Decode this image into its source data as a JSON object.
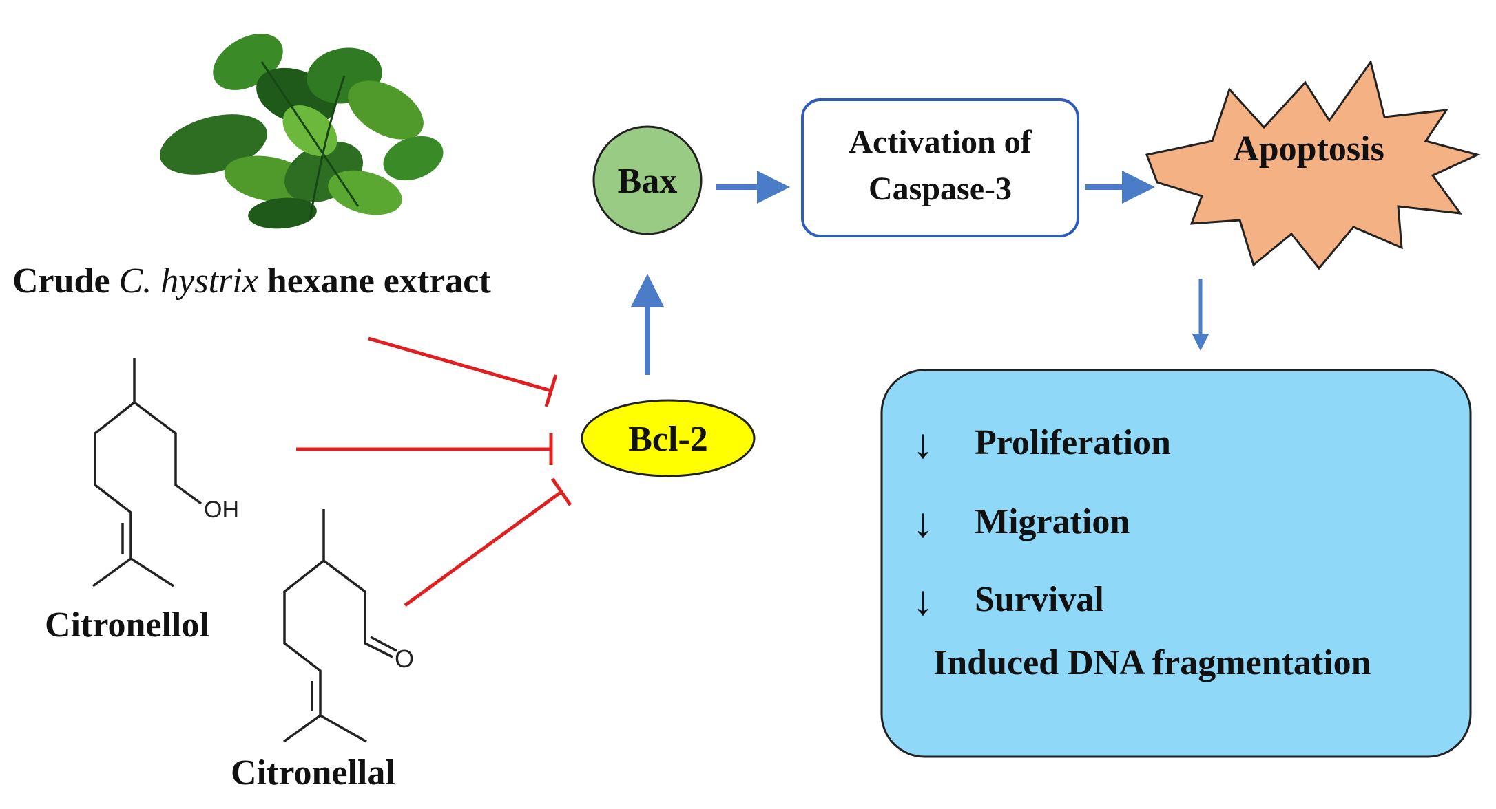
{
  "extract_label": {
    "prefix": "Crude ",
    "species": "C. hystrix",
    "suffix": " hexane extract"
  },
  "compounds": {
    "citronellol": {
      "name": "Citronellol",
      "group_label": "OH"
    },
    "citronellal": {
      "name": "Citronellal",
      "group_label": "O"
    }
  },
  "nodes": {
    "bax": "Bax",
    "bcl2": "Bcl-2",
    "caspase_line1": "Activation of",
    "caspase_line2": "Caspase-3",
    "apoptosis": "Apoptosis"
  },
  "outcomes": {
    "down_arrow": "↓",
    "items": [
      "Proliferation",
      "Migration",
      "Survival"
    ],
    "final": "Induced DNA fragmentation"
  },
  "colors": {
    "bax_fill": "#9acb85",
    "bcl2_fill": "#ffff00",
    "caspase_border": "#2f5bbd",
    "apoptosis_fill": "#f4b183",
    "outcome_fill": "#8fd8f8",
    "activation_arrow": "#4a7cc7",
    "inhibition_line": "#e02020",
    "leaf_dark": "#1f5a1a",
    "leaf_light": "#4f9a2a"
  }
}
